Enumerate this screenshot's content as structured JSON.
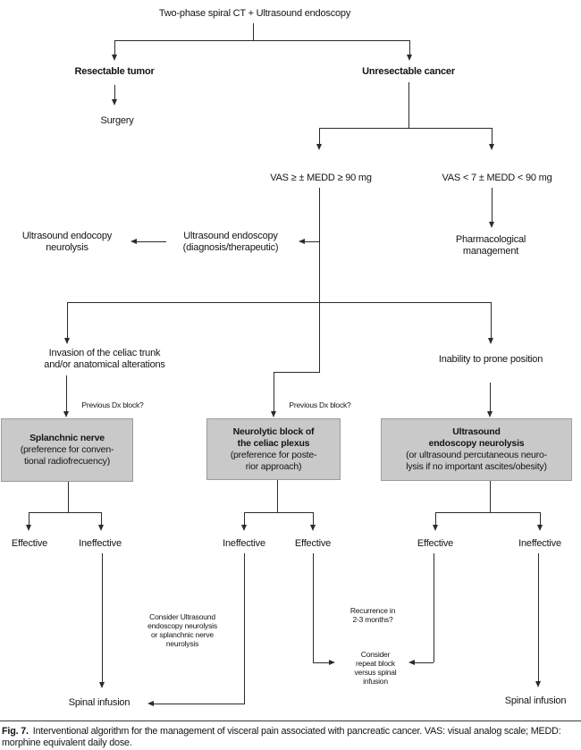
{
  "figure": {
    "title": "Two-phase spiral CT + Ultrasound endoscopy",
    "nodes": {
      "resectable_tumor": "Resectable tumor",
      "surgery": "Surgery",
      "unresectable_cancer": "Unresectable cancer",
      "vas_high": "VAS ≥ ± MEDD ≥ 90 mg",
      "vas_low": "VAS < 7 ± MEDD < 90 mg",
      "pharmacological": {
        "l1": "Pharmacological",
        "l2": "management"
      },
      "ue_neurolysis": {
        "l1": "Ultrasound endocopy",
        "l2": "neurolysis"
      },
      "ue_diagnostic": {
        "l1": "Ultrasound endoscopy",
        "l2": "(diagnosis/therapeutic)"
      },
      "invasion": {
        "l1": "Invasion of the celiac trunk",
        "l2": "and/or anatomical alterations"
      },
      "inability": "Inability to prone position",
      "previous_dx_left": "Previous Dx block?",
      "previous_dx_mid": "Previous Dx block?",
      "spinal_infusion_left": "Spinal infusion",
      "spinal_infusion_right": "Spinal infusion"
    },
    "boxes": {
      "splanchnic": {
        "l1": "Splanchnic nerve",
        "l2": "(preference for conven-",
        "l3": "tional radiofrecuency)"
      },
      "neurolytic": {
        "l1": "Neurolytic block of",
        "l2": "the celiac plexus",
        "l3": "(preference for poste-",
        "l4": "rior approach)"
      },
      "ultrasound": {
        "l1": "Ultrasound",
        "l2": "endoscopy neurolysis",
        "l3": "(or ultrasound percutaneous neuro-",
        "l4": "lysis if no important ascites/obesity)"
      }
    },
    "outcomes": {
      "left_effective": "Effective",
      "left_ineffective": "Ineffective",
      "mid_ineffective": "Ineffective",
      "mid_effective": "Effective",
      "right_effective": "Effective",
      "right_ineffective": "Ineffective"
    },
    "notes": {
      "consider_ue": {
        "l1": "Consider Ultrasound",
        "l2": "endoscopy neurolysis",
        "l3": "or splanchnic nerve",
        "l4": "neurolysis"
      },
      "recurrence": {
        "l1": "Recurrence in",
        "l2": "2-3 months?"
      },
      "consider_repeat": {
        "l1": "Consider",
        "l2": "repeat block",
        "l3": "versus spinal",
        "l4": "infusion"
      }
    },
    "caption": {
      "label": "Fig. 7.",
      "text": "Interventional algorithm for the management of visceral pain associated with pancreatic cancer. VAS: visual analog scale; MEDD: morphine equivalent daily dose."
    },
    "colors": {
      "line": "#2b2b2b",
      "box_fill": "#c9c9c9"
    }
  }
}
